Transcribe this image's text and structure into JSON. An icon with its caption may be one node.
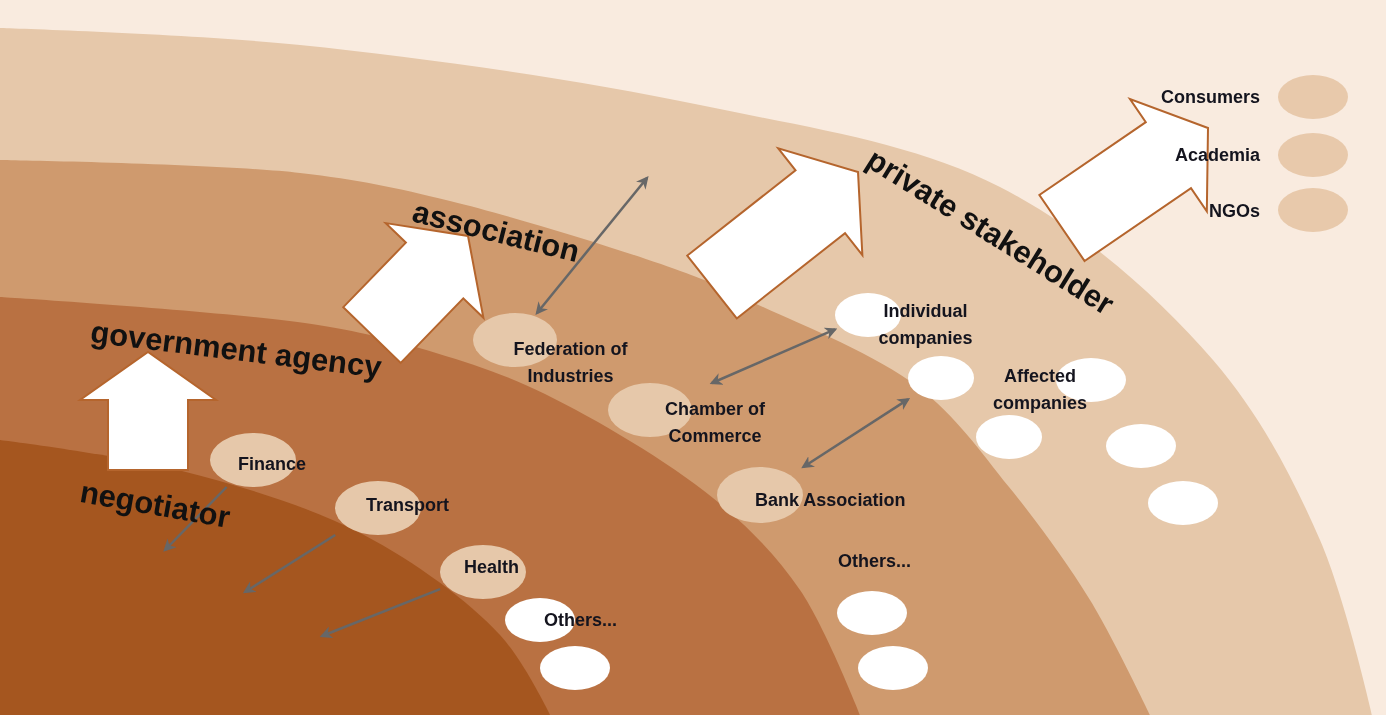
{
  "diagram": {
    "nodes": [
      {
        "text": [
          "private stakeholder"
        ]
      },
      {
        "text": [
          "association"
        ],
        "in": 0
      },
      {
        "text": [
          "government agency"
        ],
        "in": 1
      },
      {
        "text": [
          "negotiator"
        ],
        "in": 2
      },
      {
        "text": [
          "Consumers"
        ]
      },
      {
        "text": [
          "Academia"
        ]
      },
      {
        "text": [
          "NGOs"
        ]
      },
      {
        "text": [
          "Federation of Industries"
        ],
        "in": 1
      },
      {
        "text": [
          "Individual companies"
        ],
        "in": 0
      },
      {
        "text": [
          "Chamber of Commerce"
        ],
        "in": 1
      },
      {
        "text": [
          "Affected companies"
        ],
        "in": 0
      },
      {
        "text": [
          "Bank Association"
        ],
        "in": 1
      },
      {
        "text": [
          "Finance"
        ],
        "in": 2
      },
      {
        "text": [
          "Transport"
        ],
        "in": 2
      },
      {
        "text": [
          "Health"
        ],
        "in": 2
      },
      {
        "text": [
          "Others..."
        ],
        "in": 2
      },
      {
        "text": [],
        "shape": "ellipse",
        "in": 2
      },
      {
        "text": [],
        "shape": "ellipse",
        "in": 1
      },
      {
        "text": [],
        "shape": "ellipse",
        "in": 1
      },
      {
        "text": [],
        "shape": "ellipse",
        "in": 0
      },
      {
        "text": [],
        "shape": "ellipse",
        "in": 0
      },
      {
        "text": [],
        "shape": "ellipse",
        "in": 0
      },
      {
        "text": [],
        "shape": "ellipse",
        "in": 0
      }
    ],
    "edges": [
      {
        "from": 3,
        "to": 2,
        "arrow": "to",
        "style": "thick",
        "color": "#ffffff"
      },
      {
        "from": 2,
        "to": 1,
        "arrow": "to",
        "style": "thick",
        "color": "#ffffff"
      },
      {
        "from": 1,
        "to": 0,
        "arrow": "to",
        "style": "thick",
        "color": "#ffffff"
      },
      {
        "from": 0,
        "to": null,
        "arrow": "to",
        "style": "thick",
        "color": "#ffffff"
      },
      {
        "from": 12,
        "to": 3,
        "arrow": "to"
      },
      {
        "from": 13,
        "to": 3,
        "arrow": "to"
      },
      {
        "from": 14,
        "to": 3,
        "arrow": "to"
      },
      {
        "from": 7,
        "to": 0,
        "arrow": "both"
      },
      {
        "from": 9,
        "to": 8,
        "arrow": "both"
      },
      {
        "from": 11,
        "to": 10,
        "arrow": "both"
      }
    ],
    "labels": [
      "Others..."
    ]
  }
}
